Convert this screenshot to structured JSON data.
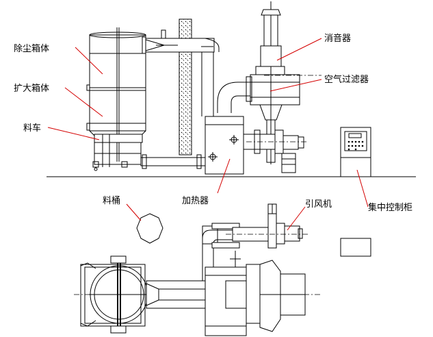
{
  "labels": {
    "dust_box": "除尘箱体",
    "expand_box": "扩大箱体",
    "cart": "料车",
    "muffler": "消音器",
    "air_filter": "空气过滤器",
    "heater": "加热器",
    "bucket": "料桶",
    "fan": "引风机",
    "control_cabinet": "集中控制柜"
  },
  "colors": {
    "line": "#000000",
    "leader": "#d40000",
    "background": "#ffffff"
  }
}
